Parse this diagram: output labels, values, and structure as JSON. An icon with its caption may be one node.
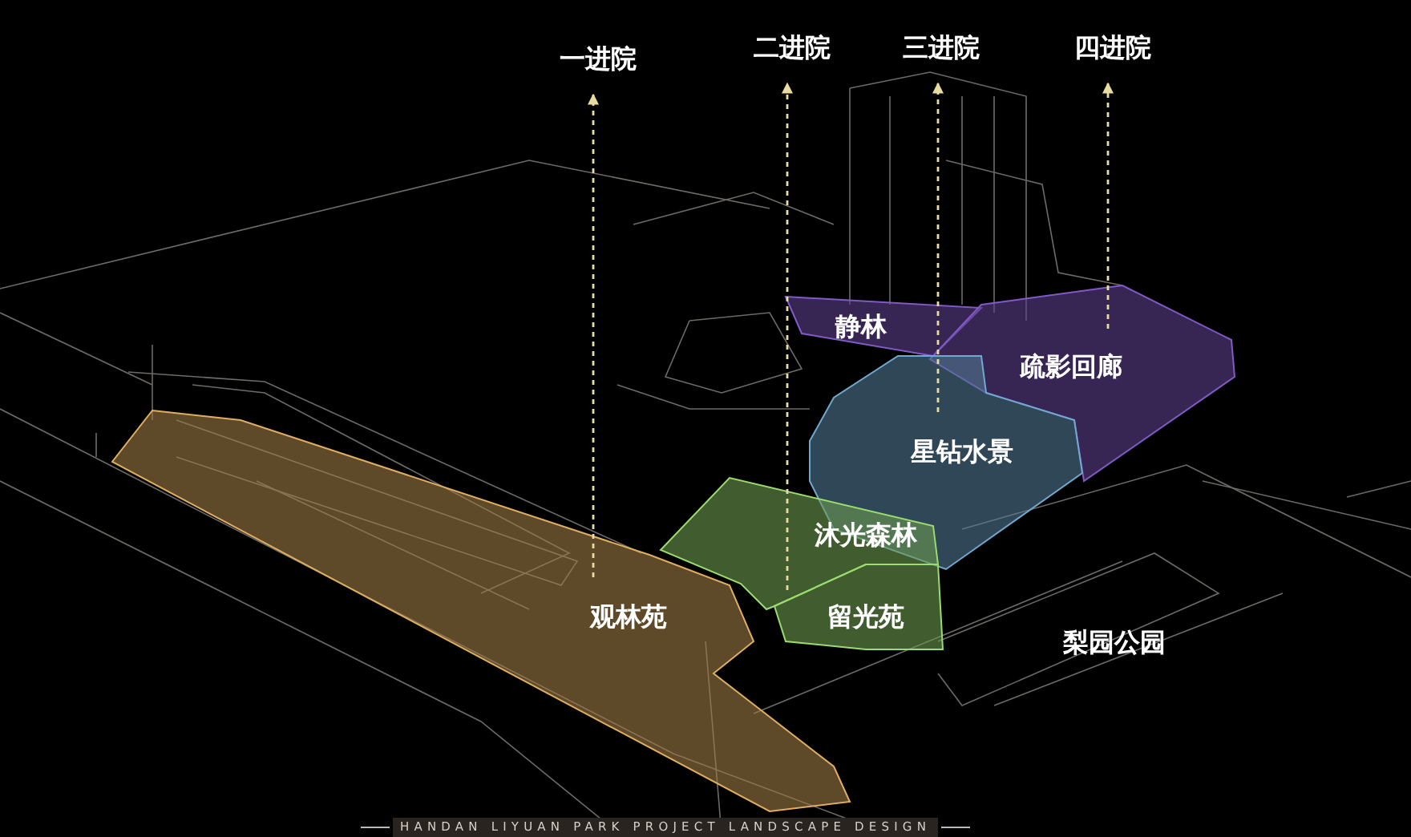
{
  "diagram": {
    "nodes": [
      {
        "text": [
          "一进院"
        ]
      },
      {
        "text": [
          "二进院"
        ]
      },
      {
        "text": [
          "三进院"
        ]
      },
      {
        "text": [
          "四进院"
        ]
      },
      {
        "text": [
          "静林"
        ]
      },
      {
        "text": [
          "疏影回廊"
        ]
      },
      {
        "text": [
          "星钻水景"
        ]
      },
      {
        "text": [
          "沐光森林"
        ]
      },
      {
        "text": [
          "留光苑"
        ]
      },
      {
        "text": [
          "观林苑"
        ]
      },
      {
        "text": [
          "梨园公园"
        ]
      }
    ],
    "edges": [
      {
        "from": 9,
        "to": 0,
        "arrow": "to",
        "style": "dashed"
      },
      {
        "from": 7,
        "to": 1,
        "arrow": "to",
        "style": "dashed"
      },
      {
        "from": 6,
        "to": 2,
        "arrow": "to",
        "style": "dashed"
      },
      {
        "from": 5,
        "to": 3,
        "arrow": "to",
        "style": "dashed"
      }
    ],
    "labels": [
      "HANDAN LIYUAN PARK PROJECT LANDSCAPE DESIGN"
    ]
  }
}
